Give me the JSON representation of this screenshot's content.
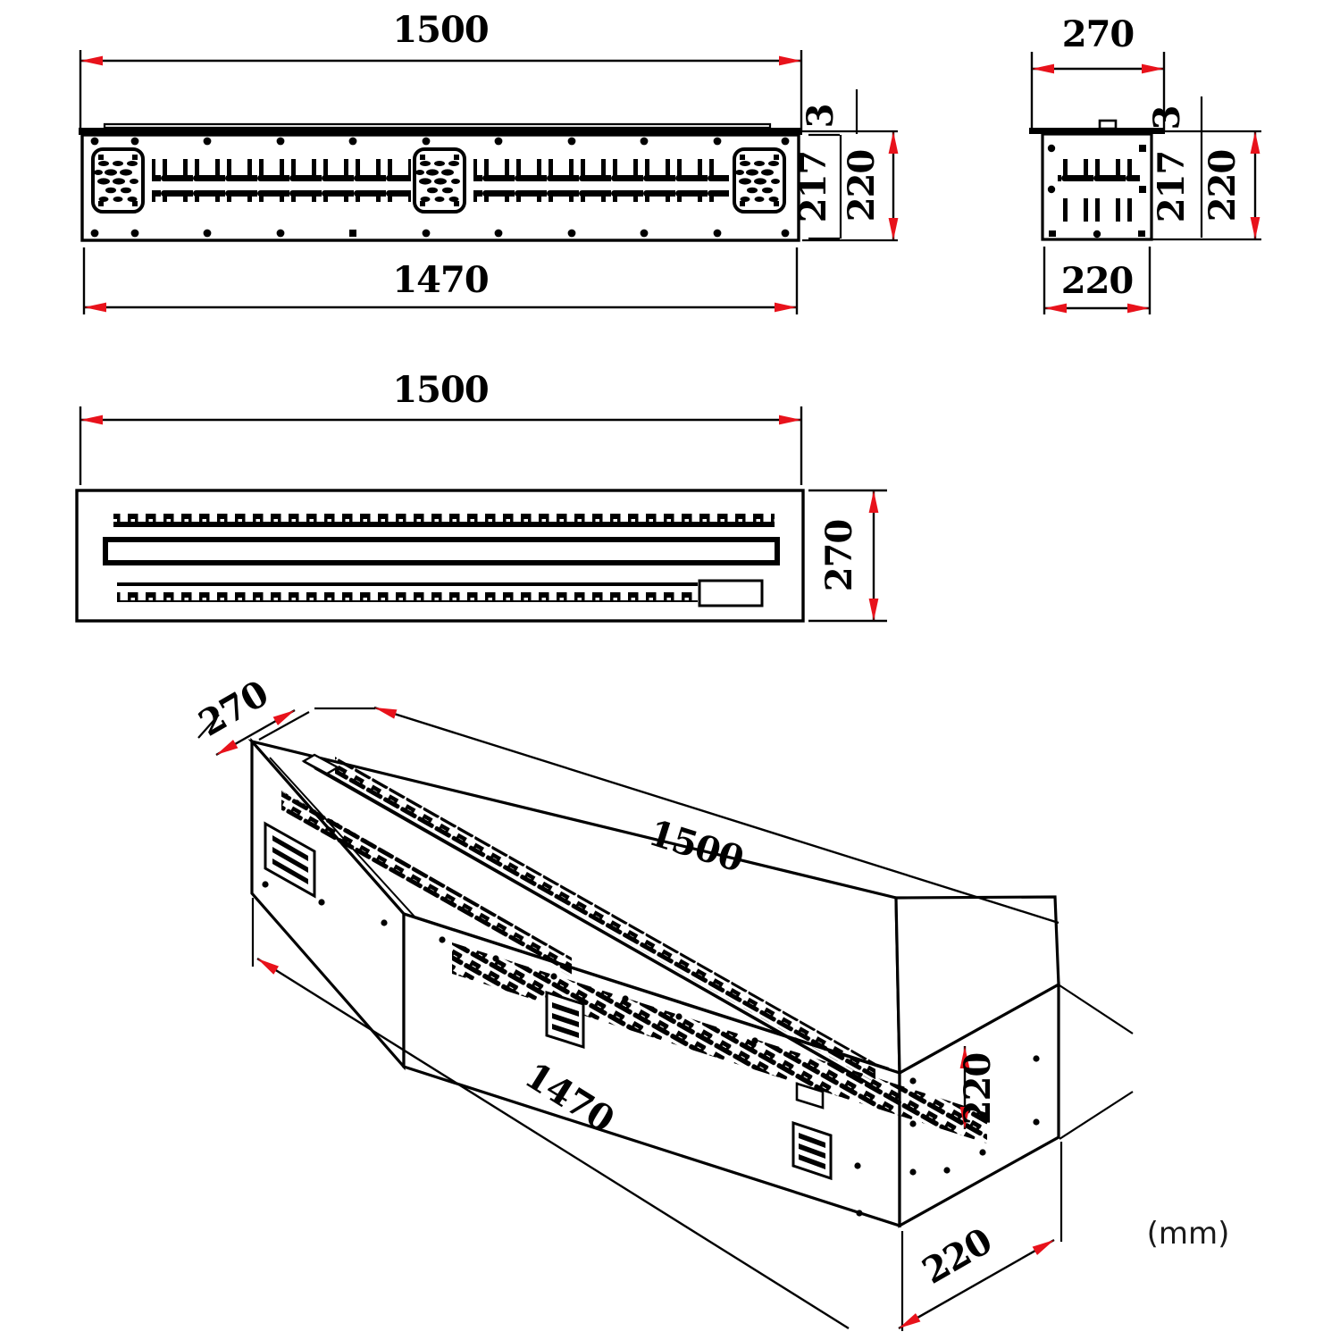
{
  "drawing": {
    "units_label": "(mm)",
    "accent_color": "#e8121b",
    "line_color": "#000000",
    "background": "#ffffff"
  },
  "views": {
    "front_elevation": {
      "name": "front-elevation-view",
      "dimensions": {
        "overall_length": "1500",
        "body_length": "1470",
        "overall_height": "220",
        "body_height": "217",
        "lip_thickness": "3"
      }
    },
    "side_elevation": {
      "name": "side-elevation-view",
      "dimensions": {
        "overall_depth": "270",
        "body_depth": "220",
        "overall_height": "220",
        "body_height": "217",
        "lip_thickness": "3"
      }
    },
    "plan": {
      "name": "plan-top-view",
      "dimensions": {
        "overall_length": "1500",
        "overall_depth": "270"
      }
    },
    "isometric": {
      "name": "isometric-view",
      "dimensions": {
        "depth": "270",
        "length_top": "1500",
        "length_front": "1470",
        "height": "220",
        "end_depth": "220"
      }
    }
  }
}
